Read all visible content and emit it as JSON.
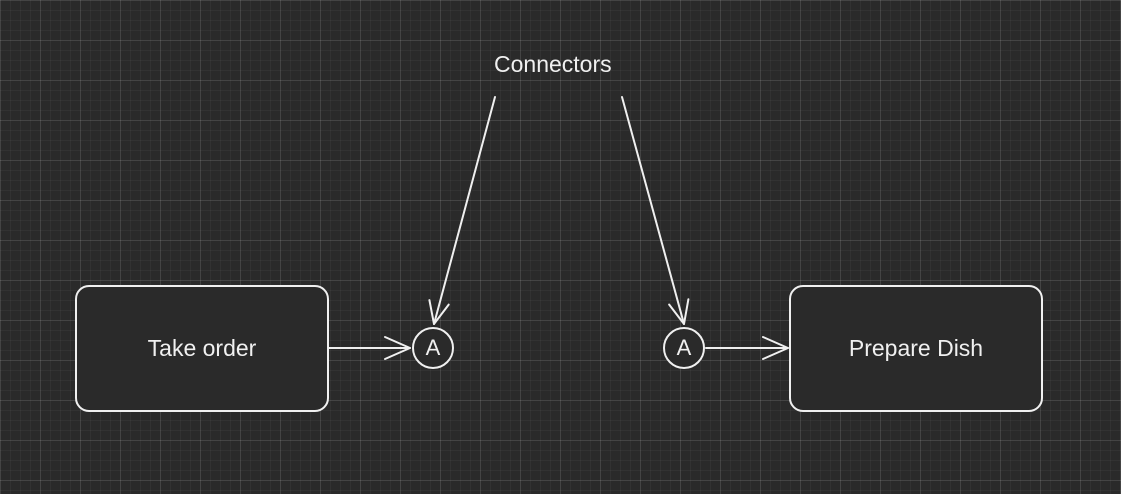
{
  "diagram": {
    "label": "Connectors",
    "nodes": {
      "take_order": "Take order",
      "prepare_dish": "Prepare Dish"
    },
    "connectors": {
      "left": "A",
      "right": "A"
    },
    "colors": {
      "background": "#2a2a2a",
      "stroke": "#f0f0f0",
      "text": "#f0f0f0"
    }
  }
}
